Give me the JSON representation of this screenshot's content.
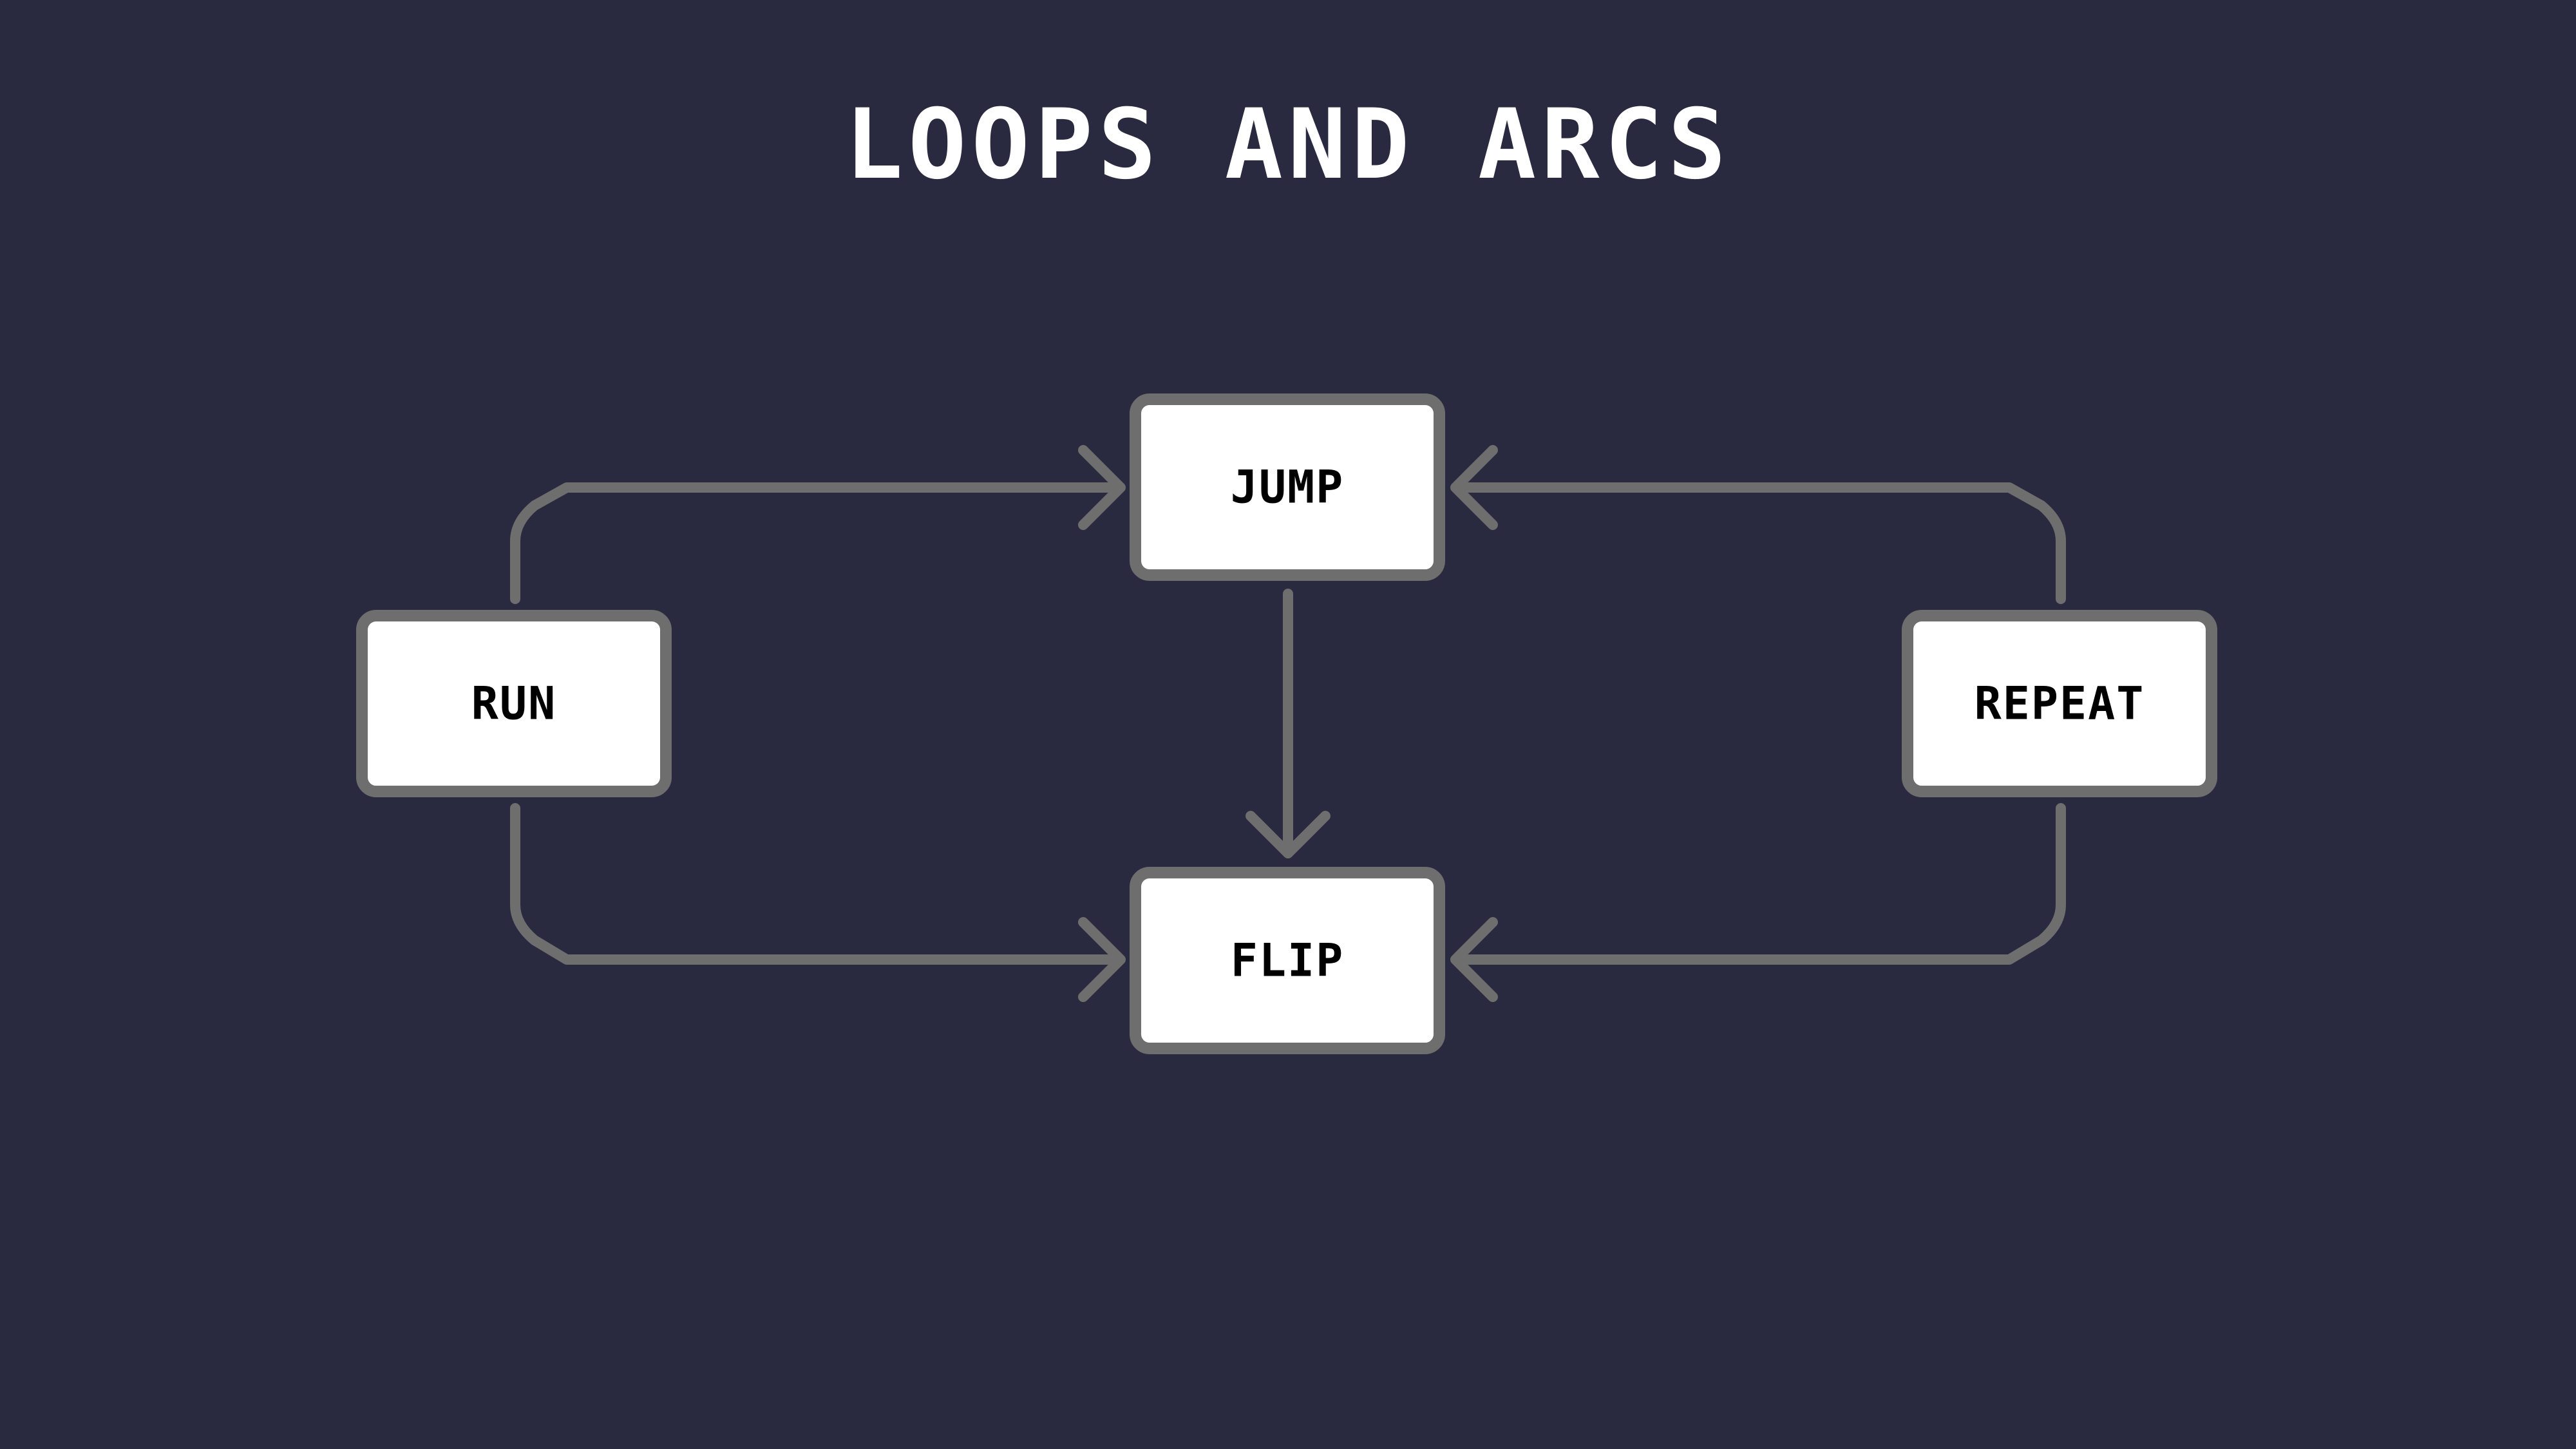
{
  "title": "LOOPS AND ARCS",
  "colors": {
    "background": "#29293f",
    "node_fill": "#ffffff",
    "node_border": "#6e6e6e",
    "edge": "#6e6e6e",
    "text": "#000000",
    "title": "#ffffff"
  },
  "nodes": [
    {
      "id": "run",
      "label": "RUN"
    },
    {
      "id": "jump",
      "label": "JUMP"
    },
    {
      "id": "flip",
      "label": "FLIP"
    },
    {
      "id": "repeat",
      "label": "REPEAT"
    }
  ],
  "edges": [
    {
      "from": "run",
      "to": "jump"
    },
    {
      "from": "run",
      "to": "flip"
    },
    {
      "from": "jump",
      "to": "flip"
    },
    {
      "from": "repeat",
      "to": "jump"
    },
    {
      "from": "repeat",
      "to": "flip"
    }
  ]
}
